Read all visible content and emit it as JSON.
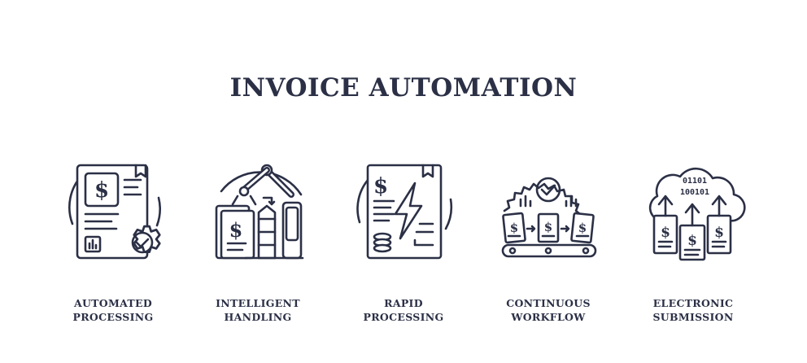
{
  "title": "INVOICE AUTOMATION",
  "colors": {
    "ink": "#2b3046",
    "background": "#ffffff"
  },
  "items": [
    {
      "icon": "automated-processing-icon",
      "line1": "AUTOMATED",
      "line2": "PROCESSING"
    },
    {
      "icon": "intelligent-handling-icon",
      "line1": "INTELLIGENT",
      "line2": "HANDLING"
    },
    {
      "icon": "rapid-processing-icon",
      "line1": "RAPID",
      "line2": "PROCESSING"
    },
    {
      "icon": "continuous-workflow-icon",
      "line1": "CONTINUOUS",
      "line2": "WORKFLOW"
    },
    {
      "icon": "electronic-submission-icon",
      "line1": "ELECTRONIC",
      "line2": "SUBMISSION"
    }
  ],
  "glyphs": {
    "dollar": "$",
    "binary_row1": "01101",
    "binary_row2": "100101"
  }
}
